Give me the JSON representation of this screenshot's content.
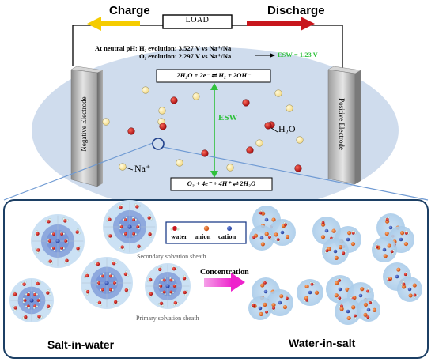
{
  "top": {
    "charge": "Charge",
    "discharge": "Discharge",
    "load": "LOAD",
    "line1": "At neutral pH: H₂ evolution: 3.527 V vs Na⁺/Na",
    "line2": "O₂ evolution: 2.297 V vs Na⁺/Na",
    "esw_value": "ESW = 1.23 V",
    "eq_top": "2H₂O + 2e⁻ ⇌ H₂ + 2OH⁻",
    "eq_bottom": "O₂ + 4e⁻ + 4H⁺ ⇌ 2H₂O",
    "esw": "ESW",
    "negative": "Negative Electrode",
    "positive": "Positive Electrode",
    "water": "H₂O",
    "sodium": "Na⁺"
  },
  "bottom": {
    "legend": {
      "water": "water",
      "anion": "anion",
      "cation": "cation"
    },
    "secondary": "Secondary solvation sheath",
    "primary": "Primary solvation sheath",
    "concentration": "Concentration",
    "salt_in_water": "Salt-in-water",
    "water_in_salt": "Water-in-salt"
  },
  "colors": {
    "charge_arrow": "#f5cc00",
    "discharge_arrow": "#c8161d",
    "esw_arrow": "#2fc13c",
    "esw_text": "#2fc13c",
    "ellipse_fill": "#cfdced",
    "panel_border": "#1c3f64",
    "sheath_outer": "#b9d6ee",
    "sheath_mid": "#8aa7de",
    "sheath_inner": "#6f8fd6",
    "anion": "#d9591b",
    "cation": "#2544a6",
    "concentration_arrow": "#ee22cc"
  }
}
